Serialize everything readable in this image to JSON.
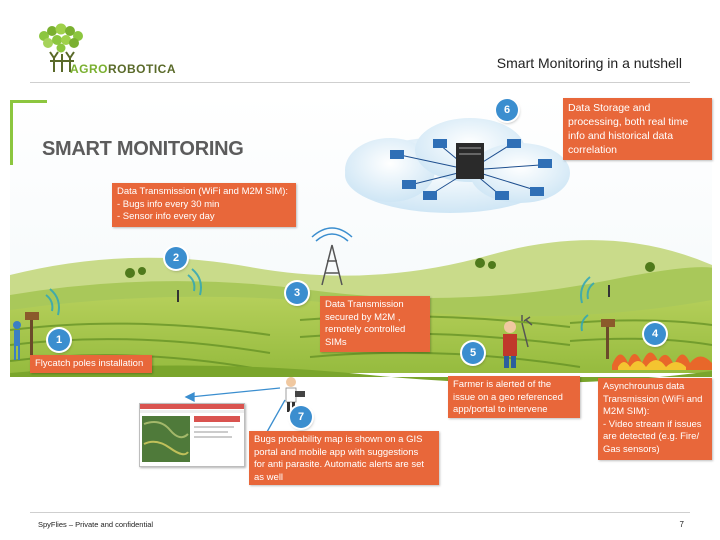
{
  "header": {
    "logo_prefix": "AGRO",
    "logo_suffix": "ROBOTICA",
    "slide_title": "Smart Monitoring in a nutshell"
  },
  "diagram": {
    "main_title": "SMART MONITORING",
    "steps": [
      {
        "num": "1",
        "label": "Flycatch poles installation"
      },
      {
        "num": "2",
        "label_lines": [
          "Data Transmission (WiFi and M2M SIM):",
          "-     Bugs info every 30 min",
          "-     Sensor info every  day"
        ]
      },
      {
        "num": "3",
        "label_lines": [
          "Data Transmission",
          "secured by M2M ,",
          "remotely controlled",
          "SIMs"
        ]
      },
      {
        "num": "4",
        "label_lines": [
          "Asynchrounus data",
          "Transmission (WiFi and",
          "M2M SIM):",
          "- Video stream if issues",
          "are detected (e.g. Fire/",
          "Gas sensors)"
        ]
      },
      {
        "num": "5",
        "label_lines": [
          "Farmer is alerted of the",
          "issue on a geo referenced",
          "app/portal to intervene"
        ]
      },
      {
        "num": "6",
        "label_lines": [
          "Data Storage and",
          "processing, both real time",
          "info and historical data",
          "correlation"
        ]
      },
      {
        "num": "7",
        "label_lines": [
          "Bugs  probability map is shown on a GIS",
          "portal and mobile app with suggestions",
          "for anti parasite. Automatic alerts are set",
          "as well"
        ]
      }
    ],
    "colors": {
      "callout": "#e8673a",
      "step_badge": "#3b8ecf",
      "sky_top": "#ffffff",
      "field_green": "#7fae2e",
      "brand_green": "#8cc63f"
    }
  },
  "footer": {
    "confidential": "SpyFlies – Private and confidential",
    "page": "7"
  }
}
